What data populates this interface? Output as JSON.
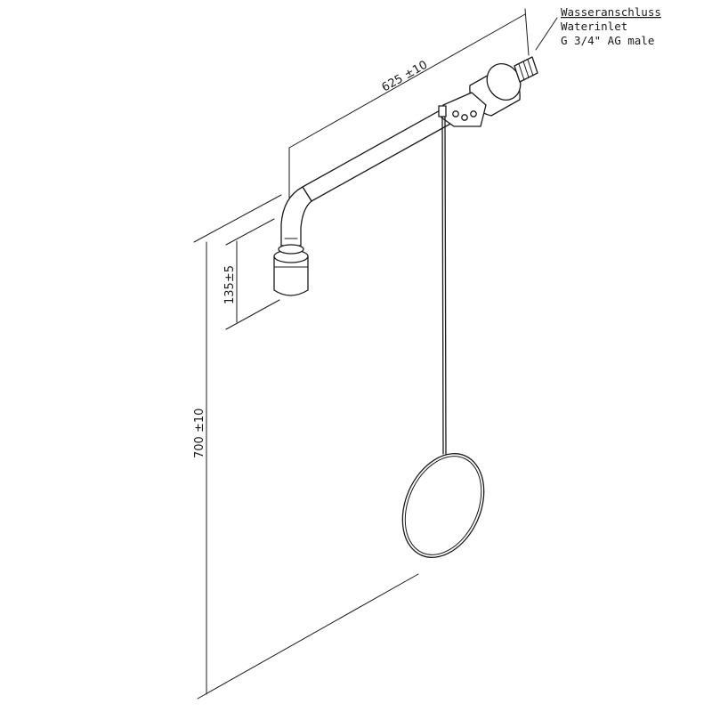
{
  "annotation": {
    "title": "Wasseranschluss",
    "line1": "Waterinlet",
    "line2": "G 3/4\" AG male"
  },
  "dimensions": {
    "arm_length": "625 ±10",
    "head_offset": "135±5",
    "total_height": "700 ±10"
  }
}
